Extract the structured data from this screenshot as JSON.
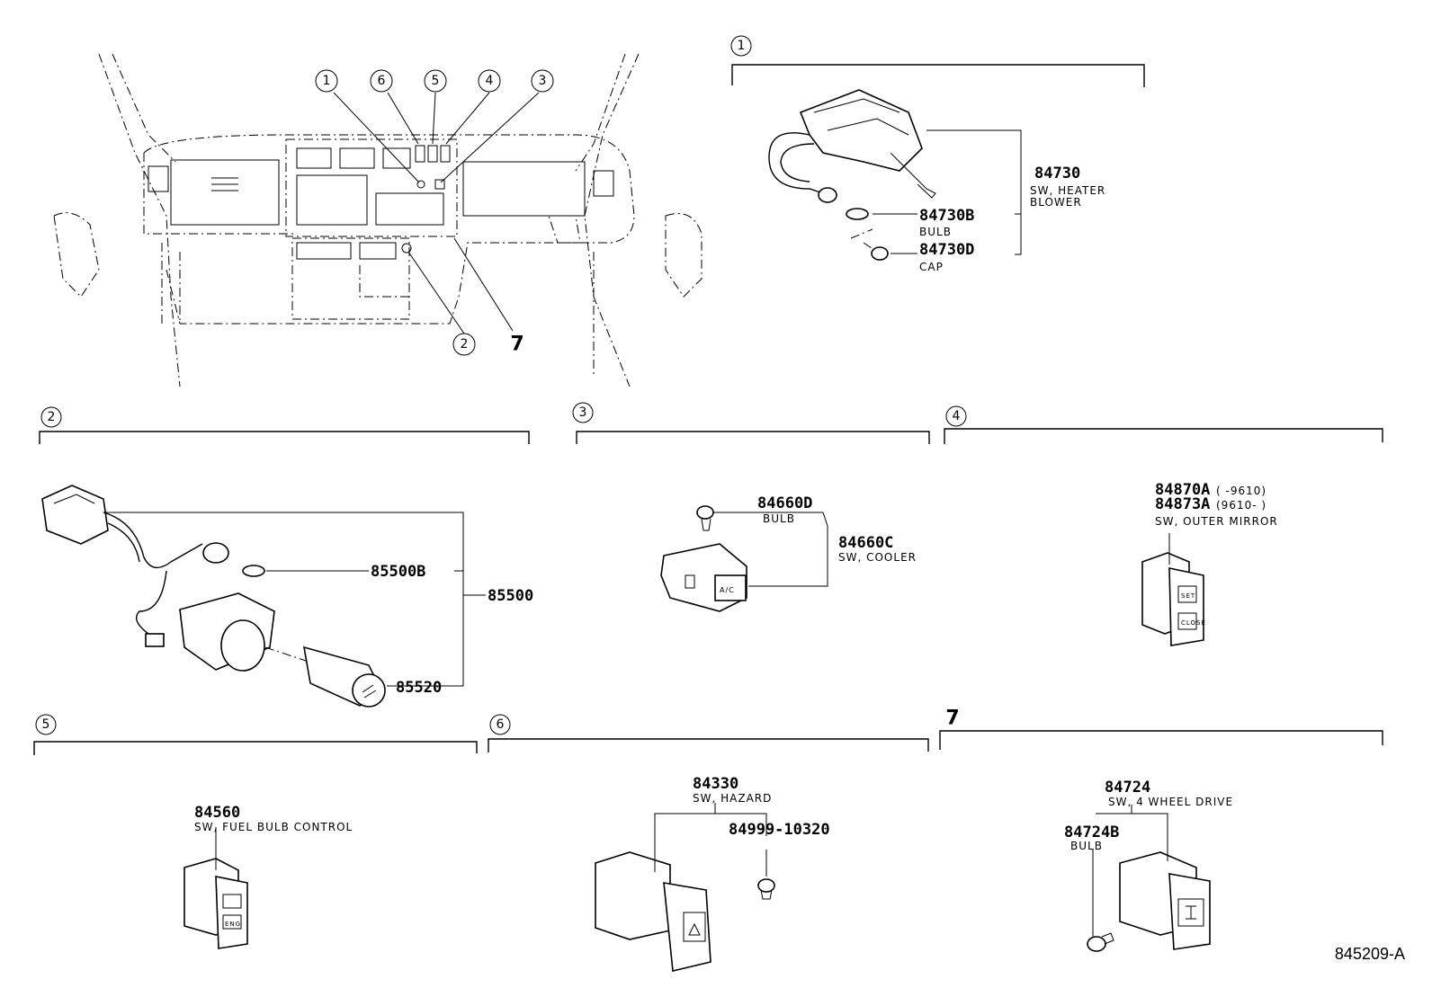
{
  "overview": {
    "callouts": [
      "1",
      "6",
      "5",
      "4",
      "3",
      "2",
      "7"
    ]
  },
  "sections": {
    "s1": {
      "num": "1",
      "parts": [
        {
          "no": "84730",
          "desc1": "SW, HEATER",
          "desc2": "BLOWER"
        },
        {
          "no": "84730B",
          "desc1": "BULB"
        },
        {
          "no": "84730D",
          "desc1": "CAP"
        }
      ]
    },
    "s2": {
      "num": "2",
      "parts": [
        {
          "no": "85500B"
        },
        {
          "no": "85500"
        },
        {
          "no": "85520"
        }
      ]
    },
    "s3": {
      "num": "3",
      "parts": [
        {
          "no": "84660D",
          "desc1": "BULB"
        },
        {
          "no": "84660C",
          "desc1": "SW, COOLER"
        }
      ]
    },
    "s4": {
      "num": "4",
      "parts": [
        {
          "no": "84870A",
          "range": "(      -9610)"
        },
        {
          "no": "84873A",
          "range": "(9610-      )"
        }
      ],
      "desc": "SW, OUTER MIRROR"
    },
    "s5": {
      "num": "5",
      "parts": [
        {
          "no": "84560",
          "desc1": "SW, FUEL BULB CONTROL"
        }
      ]
    },
    "s6": {
      "num": "6",
      "parts": [
        {
          "no": "84330",
          "desc1": "SW, HAZARD"
        },
        {
          "no": "84999-10320"
        }
      ]
    },
    "s7": {
      "num": "7",
      "parts": [
        {
          "no": "84724",
          "desc1": "SW, 4 WHEEL DRIVE"
        },
        {
          "no": "84724B",
          "desc1": "BULB"
        }
      ]
    }
  },
  "reference": "845209-A"
}
